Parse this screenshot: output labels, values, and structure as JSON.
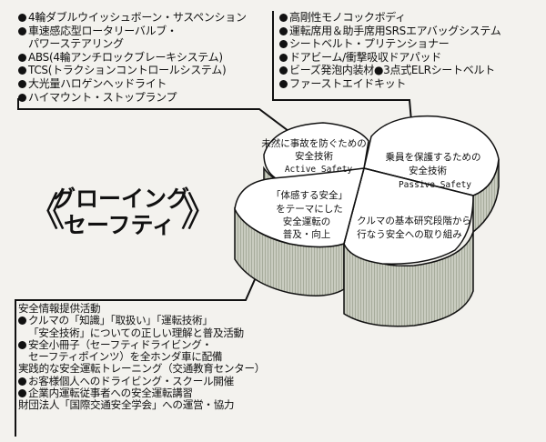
{
  "top_left_list": [
    {
      "text": "4輪ダブルウイッシュボーン・サスペンション",
      "bullet": true
    },
    {
      "text": "車速感応型ロータリーバルブ・",
      "bullet": true
    },
    {
      "text": "パワーステアリング",
      "bullet": false
    },
    {
      "text": "ABS(4輪アンチロックブレーキシステム)",
      "bullet": true
    },
    {
      "text": "TCS(トラクションコントロールシステム)",
      "bullet": true
    },
    {
      "text": "大光量ハロゲンヘッドライト",
      "bullet": true
    },
    {
      "text": "ハイマウント・ストップランプ",
      "bullet": true
    }
  ],
  "top_right_list": [
    {
      "text": "高剛性モノコックボディ",
      "bullet": true
    },
    {
      "text": "運転席用＆助手席用SRSエアバッグシステム",
      "bullet": true
    },
    {
      "text": "シートベルト・プリテンショナー",
      "bullet": true
    },
    {
      "text": "ドアビーム/衝撃吸収ドアパッド",
      "bullet": true
    },
    {
      "text": "ビーズ発泡内装材●3点式ELRシートベルト",
      "bullet": true
    },
    {
      "text": "ファーストエイドキット",
      "bullet": true
    }
  ],
  "bottom_left_list": [
    {
      "text": "安全情報提供活動",
      "bullet": false,
      "cont": false
    },
    {
      "text": "クルマの「知識」「取扱い」「運転技術」",
      "bullet": true,
      "cont": false
    },
    {
      "text": "「安全技術」についての正しい理解と普及活動",
      "bullet": false,
      "cont": true
    },
    {
      "text": "安全小冊子（セーフティドライビング・",
      "bullet": true,
      "cont": false
    },
    {
      "text": "セーフティポインツ）を全ホンダ車に配備",
      "bullet": false,
      "cont": true
    },
    {
      "text": "実践的な安全運転トレーニング（交通教育センター）",
      "bullet": false,
      "cont": false
    },
    {
      "text": "お客様個人へのドライビング・スクール開催",
      "bullet": true,
      "cont": false
    },
    {
      "text": "企業内運転従事者への安全運転講習",
      "bullet": true,
      "cont": false
    },
    {
      "text": "財団法人「国際交通安全学会」への運営・協力",
      "bullet": false,
      "cont": false
    }
  ],
  "title": {
    "open_bracket": "《",
    "line1": "グローイング",
    "line2": "セーフティ",
    "close_bracket": "》"
  },
  "leaves": {
    "top_left": {
      "lines": [
        "未然に事故を防ぐための",
        "安全技術"
      ],
      "english": "Active Safety"
    },
    "top_right": {
      "lines": [
        "乗員を保護するための",
        "安全技術"
      ],
      "english": "Passive Safety"
    },
    "bottom_left": {
      "lines": [
        "「体感する安全」",
        "をテーマにした",
        "安全運転の",
        "普及・向上"
      ]
    },
    "bottom_right": {
      "lines": [
        "クルマの基本研究段階から",
        "行なう安全への取り組み"
      ]
    }
  },
  "colors": {
    "background": "#f3f2ee",
    "leaf_top": "#ffffff",
    "leaf_side": "#c9ccc0",
    "leaf_side_stripe": "#9ea393",
    "ink": "#111111"
  }
}
